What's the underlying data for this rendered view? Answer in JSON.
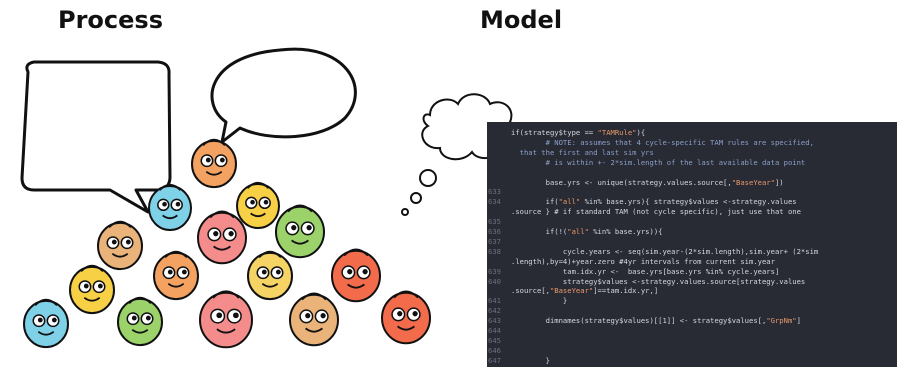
{
  "headings": {
    "process": "Process",
    "model": "Model"
  },
  "colors": {
    "code_bg": "#282a34",
    "face_palette": [
      "#f4a261",
      "#f7d046",
      "#7fd1e8",
      "#9bd36a",
      "#f48c8c",
      "#e9b37a",
      "#f26b4a",
      "#f6d365"
    ]
  },
  "code": {
    "lines": [
      {
        "num": "",
        "parts": [
          {
            "t": "if(strategy$type == ",
            "c": "txt"
          },
          {
            "t": "\"TAMRule\"",
            "c": "str"
          },
          {
            "t": "){",
            "c": "txt"
          }
        ]
      },
      {
        "num": "",
        "parts": [
          {
            "t": "        # NOTE: assumes that 4 cycle-specific TAM rules are specified,",
            "c": "com"
          }
        ]
      },
      {
        "num": "",
        "parts": [
          {
            "t": "  that the first and last sim yrs",
            "c": "com"
          }
        ]
      },
      {
        "num": "",
        "parts": [
          {
            "t": "        # is within +- 2*sim.length of the last available data point",
            "c": "com"
          }
        ]
      },
      {
        "num": "",
        "parts": []
      },
      {
        "num": "",
        "parts": [
          {
            "t": "        base.yrs <- unique(strategy.values.source[,",
            "c": "txt"
          },
          {
            "t": "\"BaseYear\"",
            "c": "str"
          },
          {
            "t": "])",
            "c": "txt"
          }
        ]
      },
      {
        "num": "633",
        "parts": []
      },
      {
        "num": "634",
        "parts": [
          {
            "t": "        if(",
            "c": "txt"
          },
          {
            "t": "\"all\"",
            "c": "str"
          },
          {
            "t": " %in% base.yrs){ strategy$values <-strategy.values",
            "c": "txt"
          }
        ]
      },
      {
        "num": "",
        "parts": [
          {
            "t": ".source } # if standard TAM (not cycle specific), just use that one",
            "c": "txt"
          }
        ]
      },
      {
        "num": "635",
        "parts": []
      },
      {
        "num": "636",
        "parts": [
          {
            "t": "        if(!(",
            "c": "txt"
          },
          {
            "t": "\"all\"",
            "c": "str"
          },
          {
            "t": " %in% base.yrs)){",
            "c": "txt"
          }
        ]
      },
      {
        "num": "637",
        "parts": []
      },
      {
        "num": "638",
        "parts": [
          {
            "t": "            cycle.years <- seq(sim.year-(2*sim.length),sim.year+ (2*sim",
            "c": "txt"
          }
        ]
      },
      {
        "num": "",
        "parts": [
          {
            "t": ".length),by=4)+year.zero #4yr intervals from current sim.year",
            "c": "txt"
          }
        ]
      },
      {
        "num": "639",
        "parts": [
          {
            "t": "            tam.idx.yr <-  base.yrs[base.yrs %in% cycle.years]",
            "c": "txt"
          }
        ]
      },
      {
        "num": "640",
        "parts": [
          {
            "t": "            strategy$values <-strategy.values.source[strategy.values",
            "c": "txt"
          }
        ]
      },
      {
        "num": "",
        "parts": [
          {
            "t": ".source[,",
            "c": "txt"
          },
          {
            "t": "\"BaseYear\"",
            "c": "str"
          },
          {
            "t": "]==tam.idx.yr,]",
            "c": "txt"
          }
        ]
      },
      {
        "num": "641",
        "parts": [
          {
            "t": "            }",
            "c": "txt"
          }
        ]
      },
      {
        "num": "642",
        "parts": []
      },
      {
        "num": "643",
        "parts": [
          {
            "t": "        dimnames(strategy$values)[[1]] <- strategy$values[,",
            "c": "txt"
          },
          {
            "t": "\"GrpNm\"",
            "c": "str"
          },
          {
            "t": "]",
            "c": "txt"
          }
        ]
      },
      {
        "num": "644",
        "parts": []
      },
      {
        "num": "645",
        "parts": []
      },
      {
        "num": "646",
        "parts": []
      },
      {
        "num": "647",
        "parts": [
          {
            "t": "        }",
            "c": "txt"
          }
        ]
      }
    ]
  }
}
